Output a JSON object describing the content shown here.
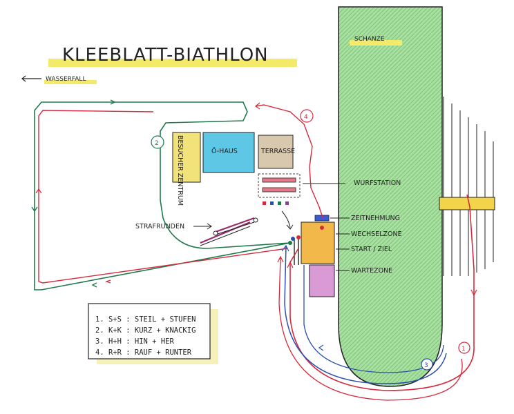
{
  "title": "KLEEBLATT-BIATHLON",
  "direction_label": "WASSERFALL",
  "ski_jump_label": "SCHANZE",
  "buildings": {
    "visitor_center": "BESUCHER ZENTRUM",
    "oe_haus": "Ö-HAUS",
    "terrace": "TERRASSE"
  },
  "zones": {
    "throwing_station": "WURFSTATION",
    "timing": "ZEITNEHMUNG",
    "exchange": "WECHSELZONE",
    "start_finish": "START / ZIEL",
    "waiting": "WARTEZONE",
    "penalty_laps": "STRAFRUNDEN"
  },
  "course_markers": [
    "1",
    "2",
    "3",
    "4"
  ],
  "legend": [
    "1.   S+S  :  STEIL + STUFEN",
    "2.   K+K  :  KURZ + KNACKIG",
    "3.   H+H  :  HIN + HER",
    "4.   R+R  :  RAUF + RUNTER"
  ],
  "colors": {
    "ski_jump": "#8fd68a",
    "title_highlight": "#f4ea6a",
    "route_red": "#d62a3c",
    "route_green": "#1e7a4a",
    "route_blue": "#2a4fb0",
    "visitor_center": "#f2e27a",
    "oe_haus": "#5fc7e6",
    "terrace": "#d8c8ae",
    "waiting_zone": "#d99ad6",
    "exchange_zone": "#f2b84a",
    "legend_bg": "#f6f1b8"
  }
}
